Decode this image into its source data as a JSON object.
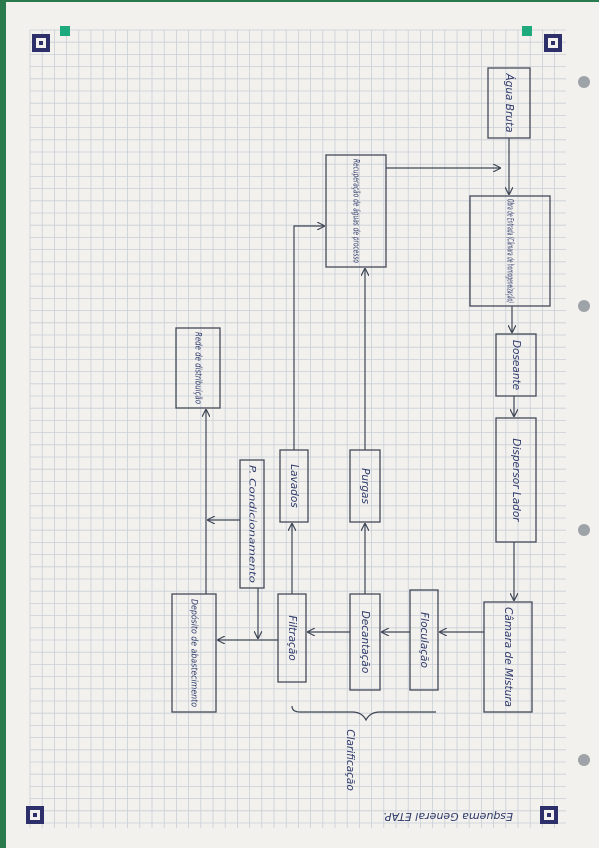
{
  "diagram": {
    "title": "Esquema General ETAP.",
    "nodes": {
      "agua_bruta": "Água Bruta",
      "obra_entrada": "Obra de Entrada (Câmara de homogeneização)",
      "reagentes": "Recuperação de águas de processo",
      "doseamento": "Doseante",
      "dispersao": "Dispersor Lador",
      "camara_mistura": "Câmara de Mistura",
      "floculacao": "Floculação",
      "decantacao": "Decantação",
      "purgas": "Purgas",
      "filtracao": "Filtração",
      "lavagens": "Lavados",
      "condicionamento": "P. Condicionamento",
      "deposito": "Depósito de abastecimento",
      "rede": "Rede de distribuição"
    },
    "group_label": "Clarificação"
  }
}
